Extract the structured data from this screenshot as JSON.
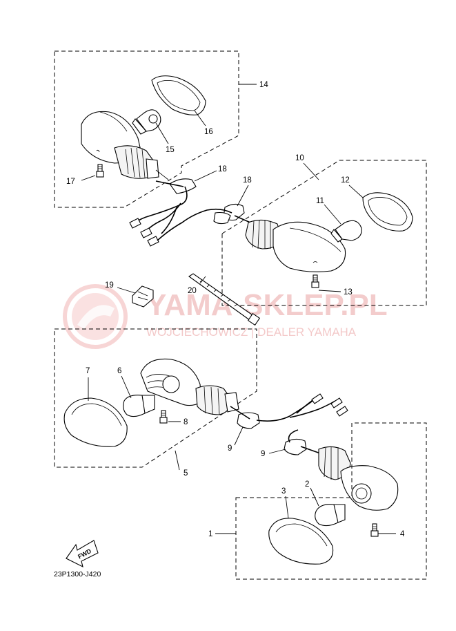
{
  "diagram_code": "23P1300-J420",
  "watermark": {
    "title": "YAMA-SKLEP.PL",
    "subtitle": "WOJCIECHOWICZ | DEALER YAMAHA",
    "color": "#e88a8a"
  },
  "fwd_label": "FWD",
  "callouts": {
    "c1": "1",
    "c2": "2",
    "c3": "3",
    "c4": "4",
    "c5": "5",
    "c6": "6",
    "c7": "7",
    "c8": "8",
    "c9a": "9",
    "c9b": "9",
    "c10": "10",
    "c11": "11",
    "c12": "12",
    "c13": "13",
    "c14": "14",
    "c15": "15",
    "c16": "16",
    "c17": "17",
    "c18a": "18",
    "c18b": "18",
    "c19": "19",
    "c20": "20"
  }
}
